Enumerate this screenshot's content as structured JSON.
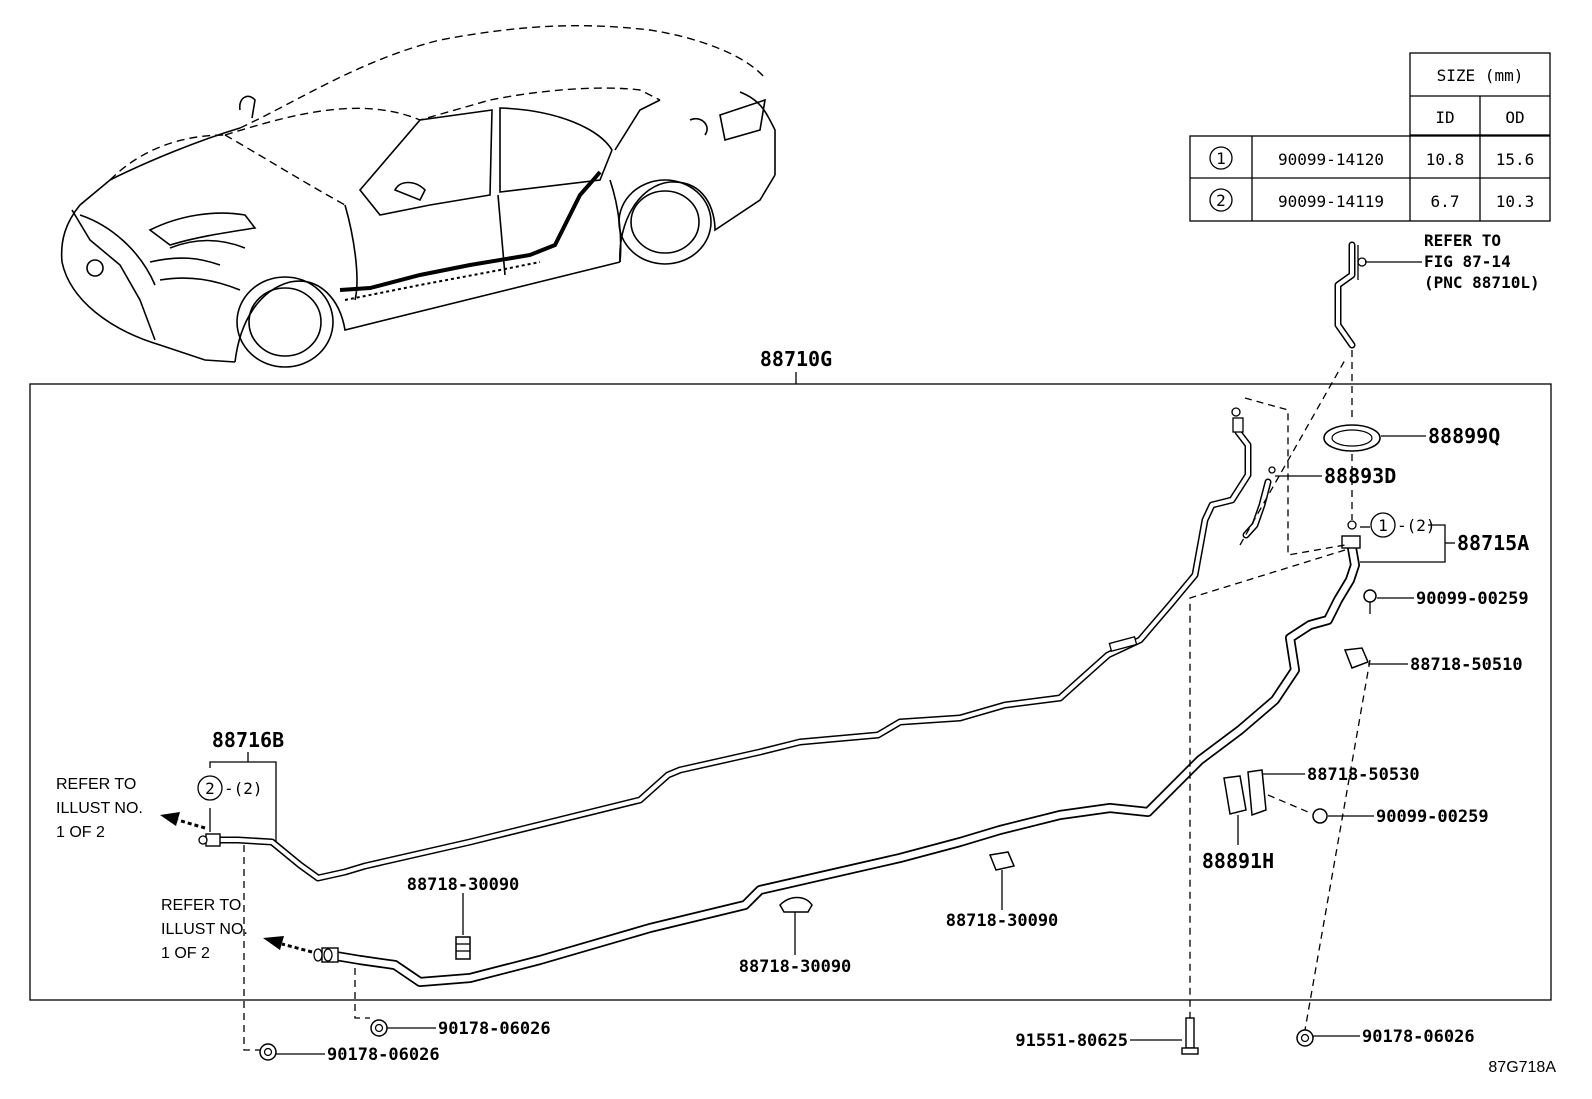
{
  "size_table": {
    "header_size": "SIZE (mm)",
    "header_id": "ID",
    "header_od": "OD",
    "rows": [
      {
        "mark": "1",
        "part": "90099-14120",
        "id": "10.8",
        "od": "15.6"
      },
      {
        "mark": "2",
        "part": "90099-14119",
        "id": "6.7",
        "od": "10.3"
      }
    ]
  },
  "refer_fig": {
    "line1": "REFER TO",
    "line2": "FIG 87-14",
    "line3": "(PNC 88710L)"
  },
  "assembly_label": "88710G",
  "parts": {
    "p88899Q": "88899Q",
    "p88893D": "88893D",
    "p88715A": "88715A",
    "p88715A_mark": "1",
    "p88715A_qty": "-(2)",
    "p90099_00259_a": "90099-00259",
    "p88718_50510": "88718-50510",
    "p88718_50530": "88718-50530",
    "p90099_00259_b": "90099-00259",
    "p88891H": "88891H",
    "p88716B": "88716B",
    "p88716B_mark": "2",
    "p88716B_qty": "-(2)",
    "p88718_30090_a": "88718-30090",
    "p88718_30090_b": "88718-30090",
    "p88718_30090_c": "88718-30090",
    "p90178_06026_a": "90178-06026",
    "p90178_06026_b": "90178-06026",
    "p90178_06026_c": "90178-06026",
    "p91551_80625": "91551-80625"
  },
  "refer_illust_1": {
    "line1": "REFER TO",
    "line2": "ILLUST NO.",
    "line3": "1 OF 2"
  },
  "refer_illust_2": {
    "line1": "REFER TO",
    "line2": "ILLUST NO.",
    "line3": "1 OF 2"
  },
  "diagram_code": "87G718A"
}
